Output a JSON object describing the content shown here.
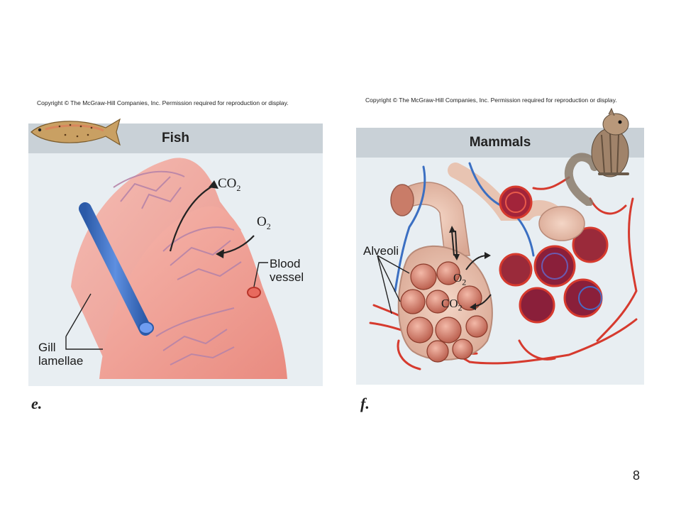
{
  "copyright_left": "Copyright © The McGraw-Hill Companies, Inc. Permission required for reproduction or display.",
  "copyright_right": "Copyright © The McGraw-Hill Companies, Inc. Permission required for reproduction or display.",
  "fish_panel": {
    "title": "Fish",
    "co2_main": "CO",
    "co2_sub": "2",
    "o2_main": "O",
    "o2_sub": "2",
    "label_blood_vessel_line1": "Blood",
    "label_blood_vessel_line2": "vessel",
    "label_gill_line1": "Gill",
    "label_gill_line2": "lamellae",
    "panel_letter": "e."
  },
  "mammal_panel": {
    "title": "Mammals",
    "label_alveoli": "Alveoli",
    "o2_main": "O",
    "o2_sub": "2",
    "co2_main": "CO",
    "co2_sub": "2",
    "panel_letter": "f."
  },
  "slide_number": "8",
  "colors": {
    "panel_bg": "#e8eef2",
    "header_bg": "#c9d1d7",
    "tissue": "#f0a49a",
    "vessel_red": "#d63a2e",
    "vessel_blue": "#3b6fc2"
  }
}
